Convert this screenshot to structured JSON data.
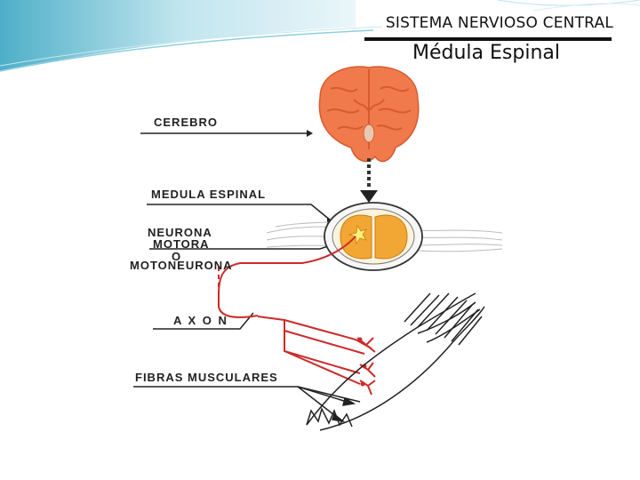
{
  "slide": {
    "title": "SISTEMA NERVIOSO CENTRAL",
    "subtitle": "Médula Espinal"
  },
  "labels": {
    "cerebro": "CEREBRO",
    "medula": "MEDULA ESPINAL",
    "neurona_line1": "NEURONA",
    "neurona_line2": "MOTORA",
    "neurona_line3": "O",
    "neurona_line4": "MOTONEURONA",
    "axon": "A X O N",
    "fibras": "FIBRAS MUSCULARES"
  },
  "colors": {
    "brain": "#f07a4c",
    "brain_dark": "#d85a30",
    "spinal_cord": "#f2a634",
    "nerve": "#cc2a2a",
    "accent_teal": "#5ab8c8"
  }
}
